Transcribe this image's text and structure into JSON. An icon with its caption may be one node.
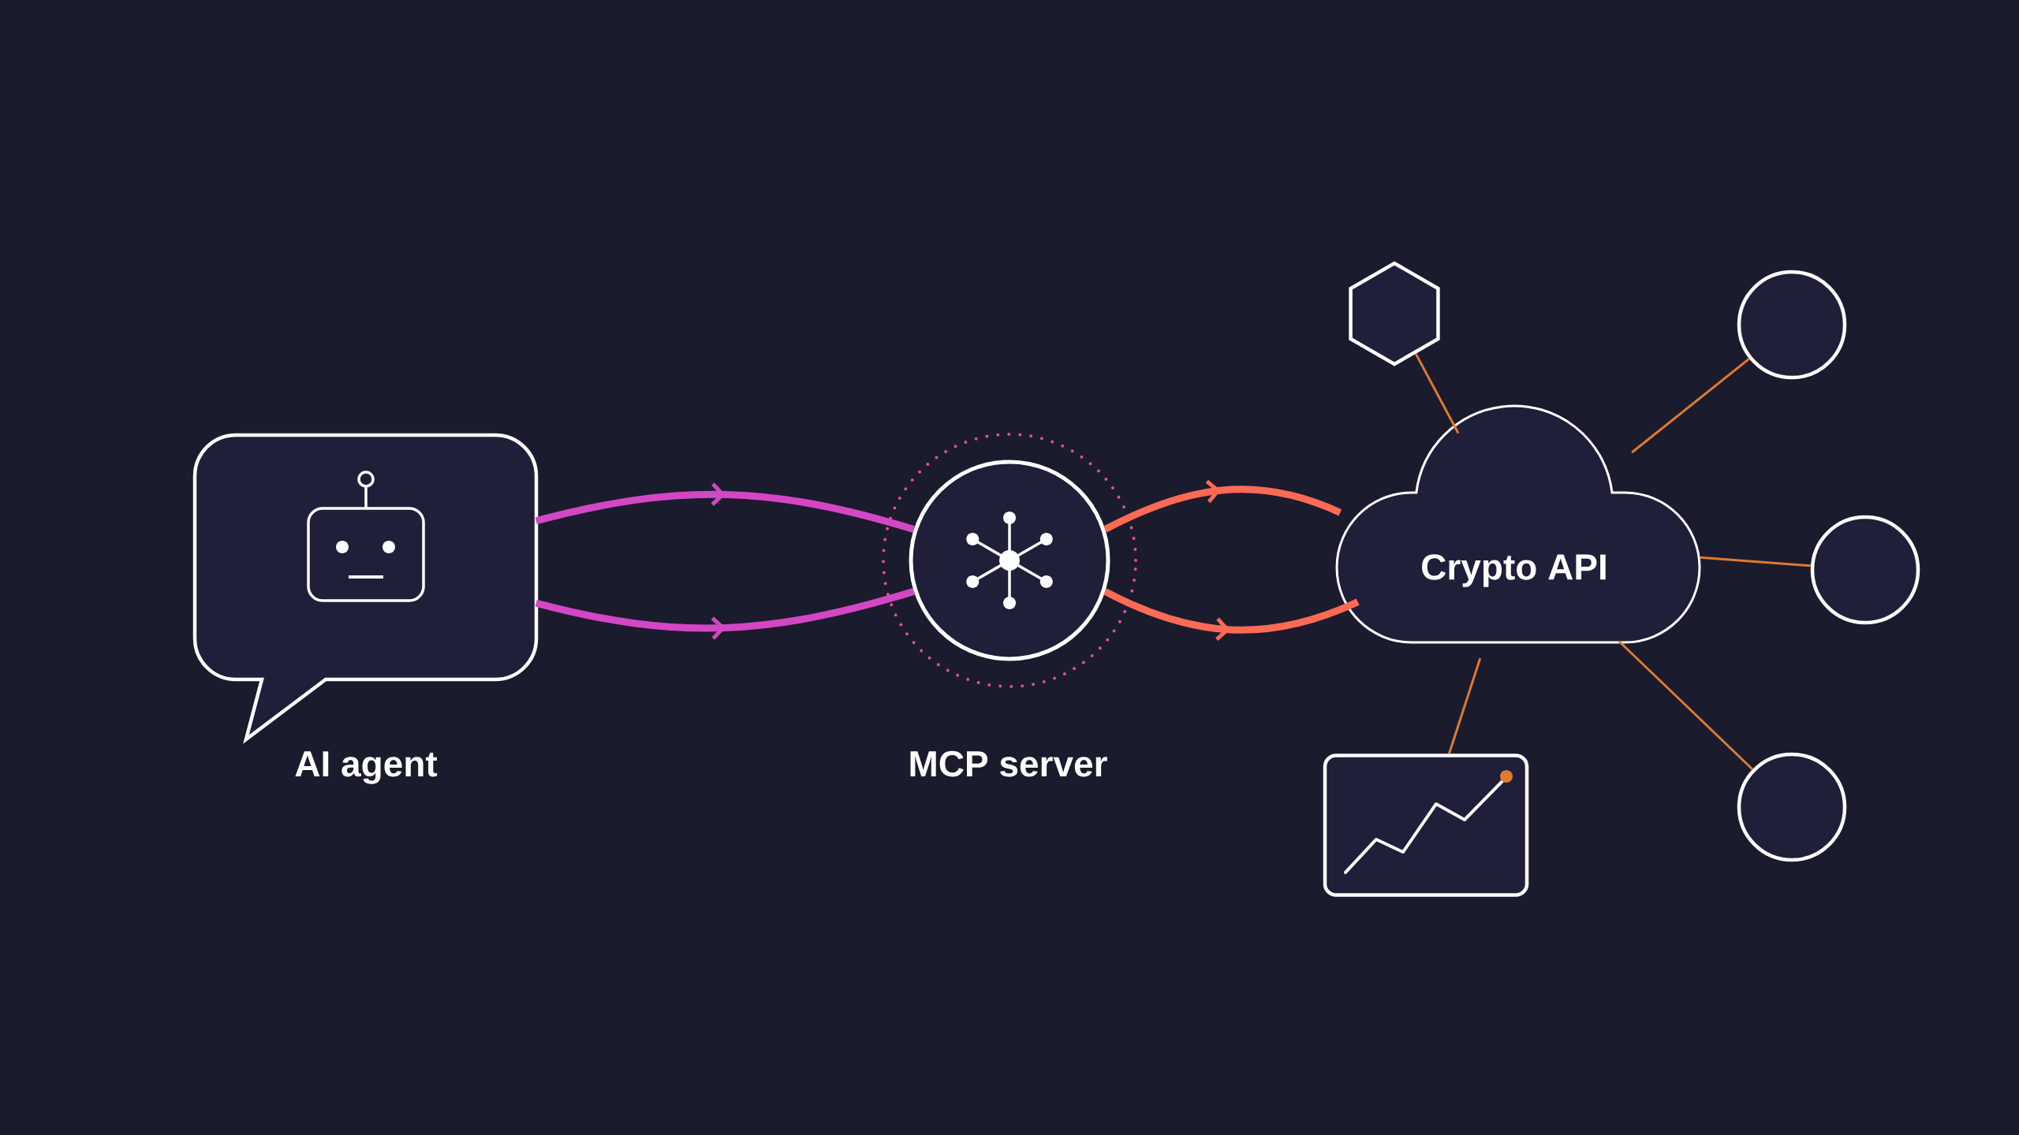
{
  "diagram": {
    "nodes": [
      {
        "text": [
          "AI agent"
        ]
      },
      {
        "text": [
          "MCP server"
        ]
      },
      {
        "text": [
          "Crypto API"
        ]
      },
      {
        "text": [],
        "shape": "hexagon"
      },
      {
        "text": [],
        "shape": "circle"
      },
      {
        "text": [],
        "shape": "circle"
      },
      {
        "text": [],
        "shape": "box"
      },
      {
        "text": [],
        "shape": "circle"
      }
    ],
    "edges": [
      {
        "from": 0,
        "to": 1,
        "arrow": "to",
        "style": "thick",
        "color": "#d347c4"
      },
      {
        "from": 0,
        "to": 1,
        "arrow": "to",
        "style": "thick",
        "color": "#d347c4"
      },
      {
        "from": 1,
        "to": 2,
        "arrow": "to",
        "style": "thick",
        "color": "#ff6a55"
      },
      {
        "from": 1,
        "to": 2,
        "arrow": "to",
        "style": "thick",
        "color": "#ff6a55"
      },
      {
        "from": 2,
        "to": 3,
        "arrow": "none"
      },
      {
        "from": 2,
        "to": 4,
        "arrow": "none"
      },
      {
        "from": 2,
        "to": 5,
        "arrow": "none"
      },
      {
        "from": 2,
        "to": 6,
        "arrow": "none"
      },
      {
        "from": 2,
        "to": 7,
        "arrow": "none"
      }
    ]
  }
}
